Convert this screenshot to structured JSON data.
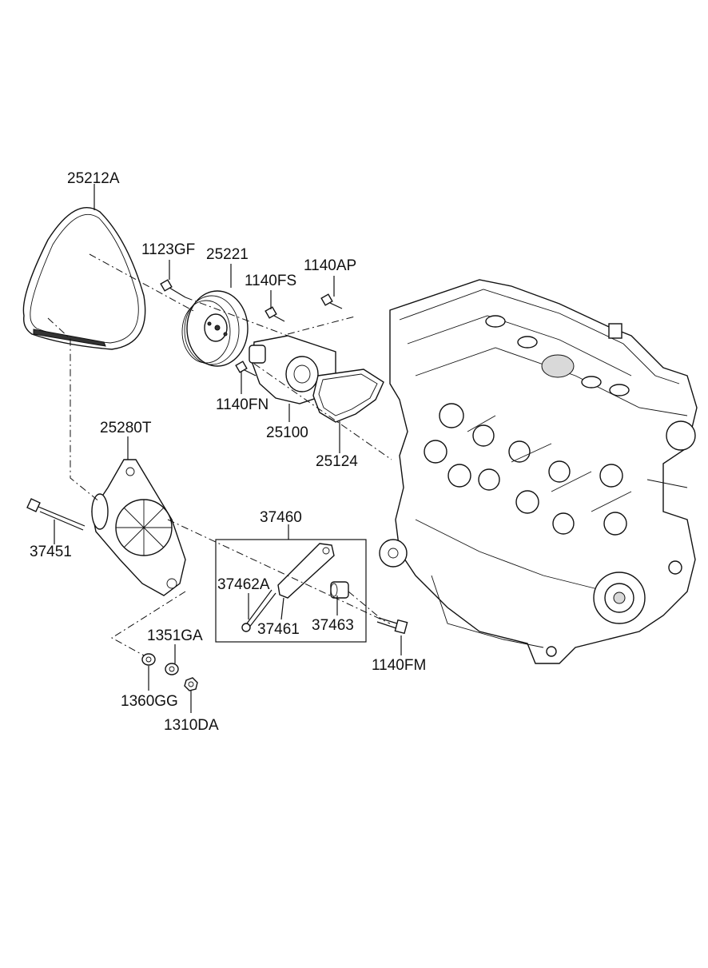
{
  "parts": [
    {
      "id": "belt",
      "number": "25212A"
    },
    {
      "id": "bolt-upper",
      "number": "1123GF"
    },
    {
      "id": "pulley",
      "number": "25221"
    },
    {
      "id": "bolt-fs",
      "number": "1140FS"
    },
    {
      "id": "bolt-ap",
      "number": "1140AP"
    },
    {
      "id": "bolt-fn",
      "number": "1140FN"
    },
    {
      "id": "water-pump",
      "number": "25100"
    },
    {
      "id": "gasket",
      "number": "25124"
    },
    {
      "id": "bracket",
      "number": "25280T"
    },
    {
      "id": "long-bolt",
      "number": "37451"
    },
    {
      "id": "adjuster-assembly",
      "number": "37460"
    },
    {
      "id": "adjuster-bolt",
      "number": "37462A"
    },
    {
      "id": "adjuster-link",
      "number": "37461"
    },
    {
      "id": "adjuster-bushing",
      "number": "37463"
    },
    {
      "id": "bolt-fm",
      "number": "1140FM"
    },
    {
      "id": "washer",
      "number": "1351GA"
    },
    {
      "id": "nut-gg",
      "number": "1360GG"
    },
    {
      "id": "nut-da",
      "number": "1310DA"
    }
  ]
}
